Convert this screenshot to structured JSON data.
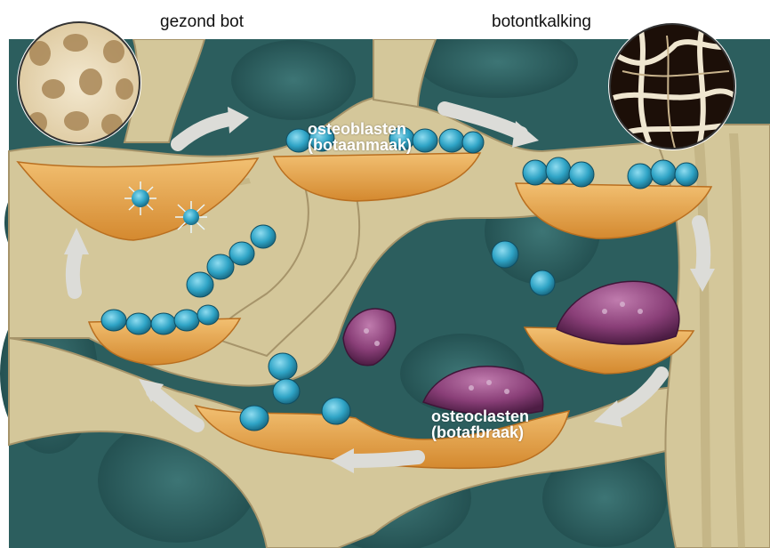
{
  "captions": {
    "healthy": "gezond bot",
    "osteoporosis": "botontkalking"
  },
  "labels": {
    "osteoblasts_name": "osteoblasten",
    "osteoblasts_desc": "(botaanmaak)",
    "osteoclasts_name": "osteoclasten",
    "osteoclasts_desc": "(botafbraak)"
  },
  "colors": {
    "background": "#2c5e5e",
    "bone": "#d4c79a",
    "bone_shade": "#b9a978",
    "surface": "#e6a64a",
    "osteoblast": "#2fa4c6",
    "osteoclast": "#8a3f78",
    "arrow": "#dcdcd8"
  }
}
